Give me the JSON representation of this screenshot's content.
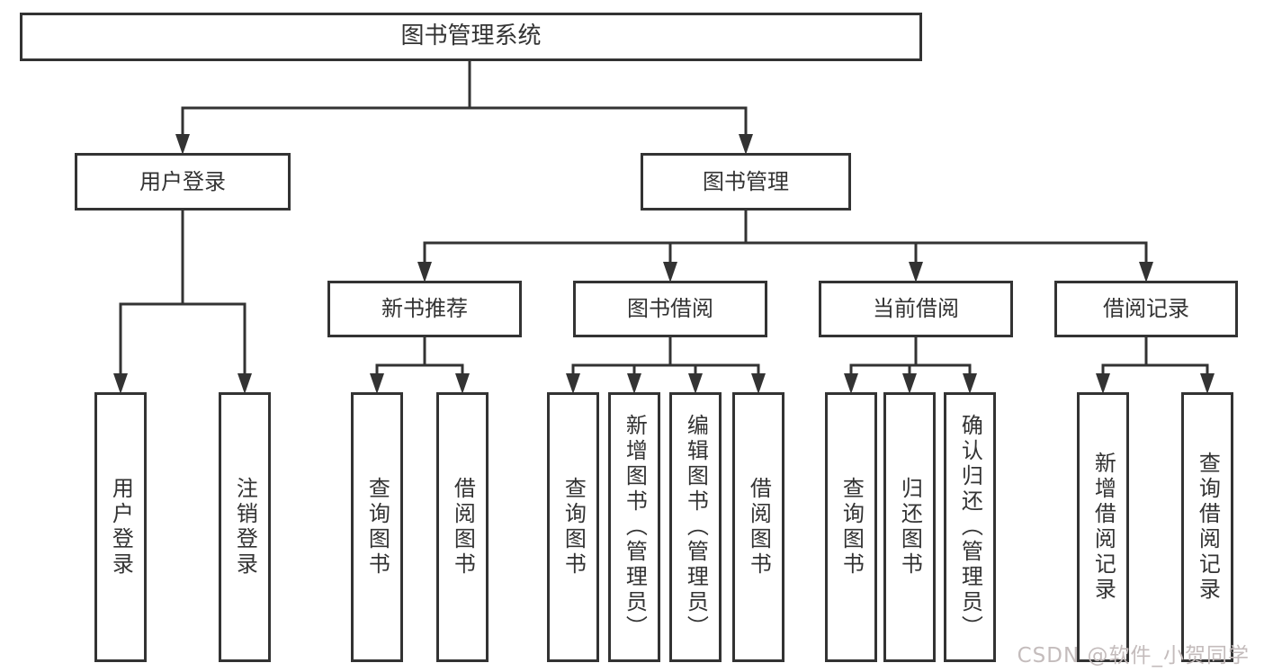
{
  "colors": {
    "line": "#333333",
    "text": "#333333",
    "box_background": "#ffffff",
    "watermark": "#c4bcbc"
  },
  "watermark": "CSDN @软件_小贺同学",
  "tree": {
    "root": {
      "label": "图书管理系统"
    },
    "user_login": {
      "label": "用户登录",
      "children": [
        {
          "label": "用户登录"
        },
        {
          "label": "注销登录"
        }
      ]
    },
    "book_mgmt": {
      "label": "图书管理",
      "children": [
        {
          "label": "新书推荐",
          "children": [
            {
              "label": "查询图书"
            },
            {
              "label": "借阅图书"
            }
          ]
        },
        {
          "label": "图书借阅",
          "children": [
            {
              "label": "查询图书"
            },
            {
              "label": "新增图书（管理员）"
            },
            {
              "label": "编辑图书（管理员）"
            },
            {
              "label": "借阅图书"
            }
          ]
        },
        {
          "label": "当前借阅",
          "children": [
            {
              "label": "查询图书"
            },
            {
              "label": "归还图书"
            },
            {
              "label": "确认归还（管理员）"
            }
          ]
        },
        {
          "label": "借阅记录",
          "children": [
            {
              "label": "新增借阅记录"
            },
            {
              "label": "查询借阅记录"
            }
          ]
        }
      ]
    }
  }
}
